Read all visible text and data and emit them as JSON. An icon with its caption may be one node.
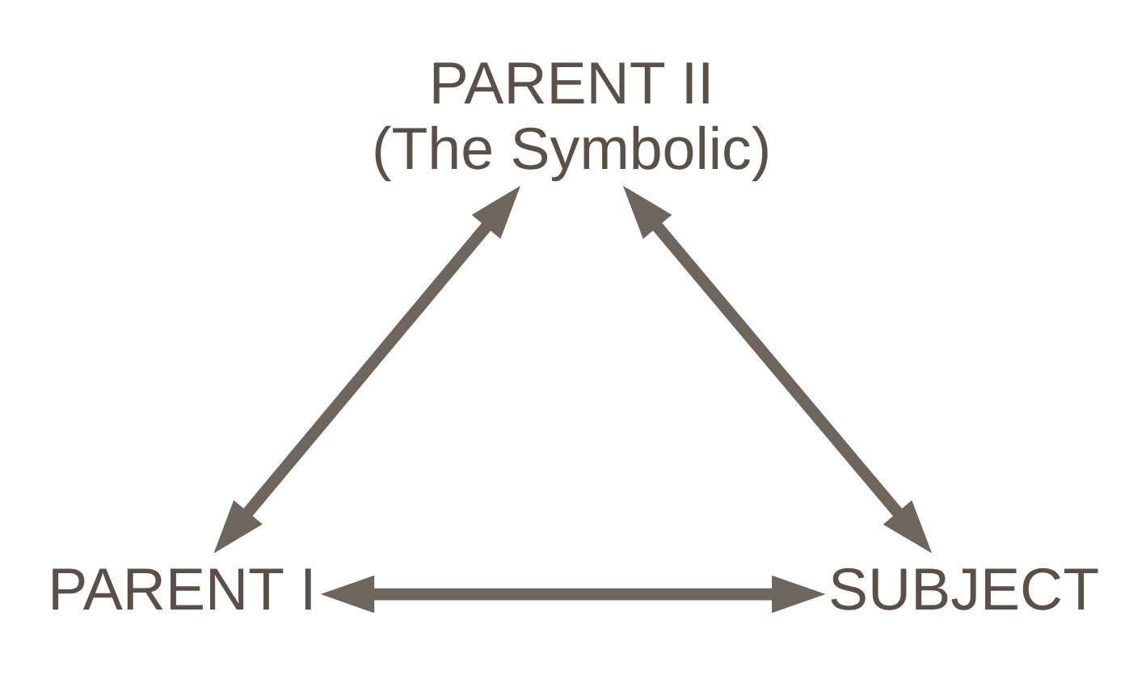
{
  "diagram": {
    "nodes": [
      {
        "text": [
          "PARENT II",
          "(The Symbolic)"
        ]
      },
      {
        "text": [
          "PARENT I"
        ]
      },
      {
        "text": [
          "SUBJECT"
        ]
      }
    ],
    "edges": [
      {
        "from": 0,
        "to": 1,
        "arrow": "both"
      },
      {
        "from": 0,
        "to": 2,
        "arrow": "both"
      },
      {
        "from": 1,
        "to": 2,
        "arrow": "both"
      }
    ]
  }
}
